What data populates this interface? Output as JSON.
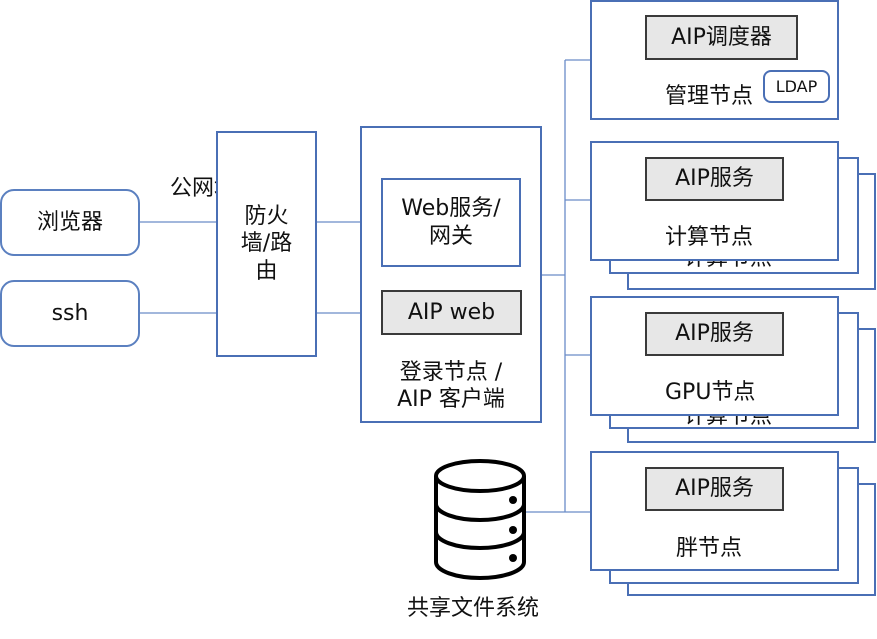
{
  "clients": {
    "browser": "浏览器",
    "ssh": "ssh"
  },
  "public_address": "公网地址",
  "firewall": [
    "防火",
    "墙/路",
    "由"
  ],
  "login_node": {
    "web_service": [
      "Web服务/",
      "网关"
    ],
    "aip_web": "AIP web",
    "label": [
      "登录节点 /",
      "AIP 客户端"
    ]
  },
  "management_node": {
    "scheduler": "AIP调度器",
    "label": "管理节点",
    "ldap": "LDAP"
  },
  "compute_node": {
    "service": "AIP服务",
    "label": "计算节点",
    "shadow_label": "计算节点"
  },
  "gpu_node": {
    "service": "AIP服务",
    "label": "GPU节点",
    "shadow_label": "计算节点"
  },
  "fat_node": {
    "service": "AIP服务",
    "label": "胖节点"
  },
  "storage": {
    "label": "共享文件系统"
  },
  "colors": {
    "border": "#4a6fb5",
    "line": "#5b80c0",
    "gray_fill": "#e7e7e7"
  }
}
